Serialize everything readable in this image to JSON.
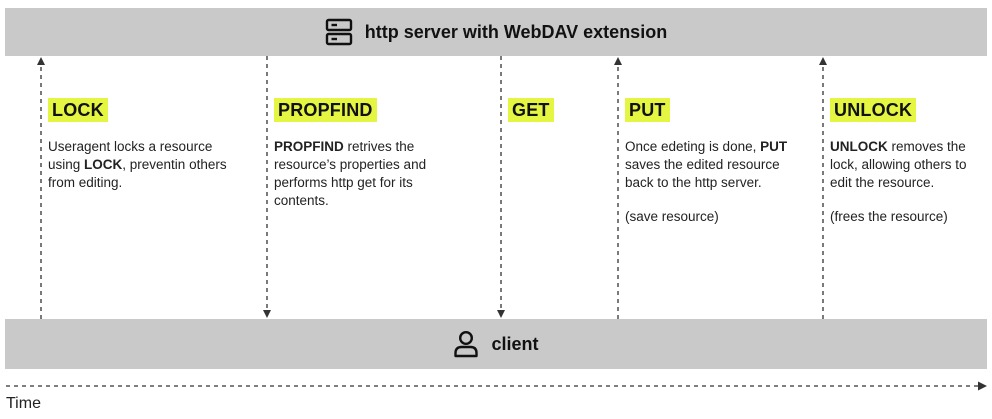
{
  "server": {
    "label": "http server with WebDAV extension",
    "icon": "server-icon"
  },
  "client": {
    "label": "client",
    "icon": "user-icon"
  },
  "steps": [
    {
      "method": "LOCK",
      "direction": "client-to-server",
      "lines": [
        {
          "pre": "Useragent locks a resource using ",
          "bold": "LOCK",
          "post": ", preventin others from editing."
        }
      ]
    },
    {
      "method": "PROPFIND",
      "direction": "server-to-client",
      "lines": [
        {
          "pre": "",
          "bold": "PROPFIND",
          "post": " retrives the resource’s properties and performs http get for its contents."
        }
      ]
    },
    {
      "method": "GET",
      "direction": "server-to-client",
      "lines": []
    },
    {
      "method": "PUT",
      "direction": "client-to-server",
      "lines": [
        {
          "pre": "Once edeting is done, ",
          "bold": "PUT",
          "post": " saves the edited resource back to the http server."
        },
        {
          "pre": "(save resource)",
          "bold": "",
          "post": ""
        }
      ]
    },
    {
      "method": "UNLOCK",
      "direction": "client-to-server",
      "lines": [
        {
          "pre": "",
          "bold": "UNLOCK",
          "post": " removes the lock, allowing others to edit the resource."
        },
        {
          "pre": "(frees the resource)",
          "bold": "",
          "post": ""
        }
      ]
    }
  ],
  "time_axis": {
    "label": "Time"
  },
  "colors": {
    "band": "#c9c9c9",
    "highlight": "#e4f542",
    "arrow": "#333333"
  }
}
